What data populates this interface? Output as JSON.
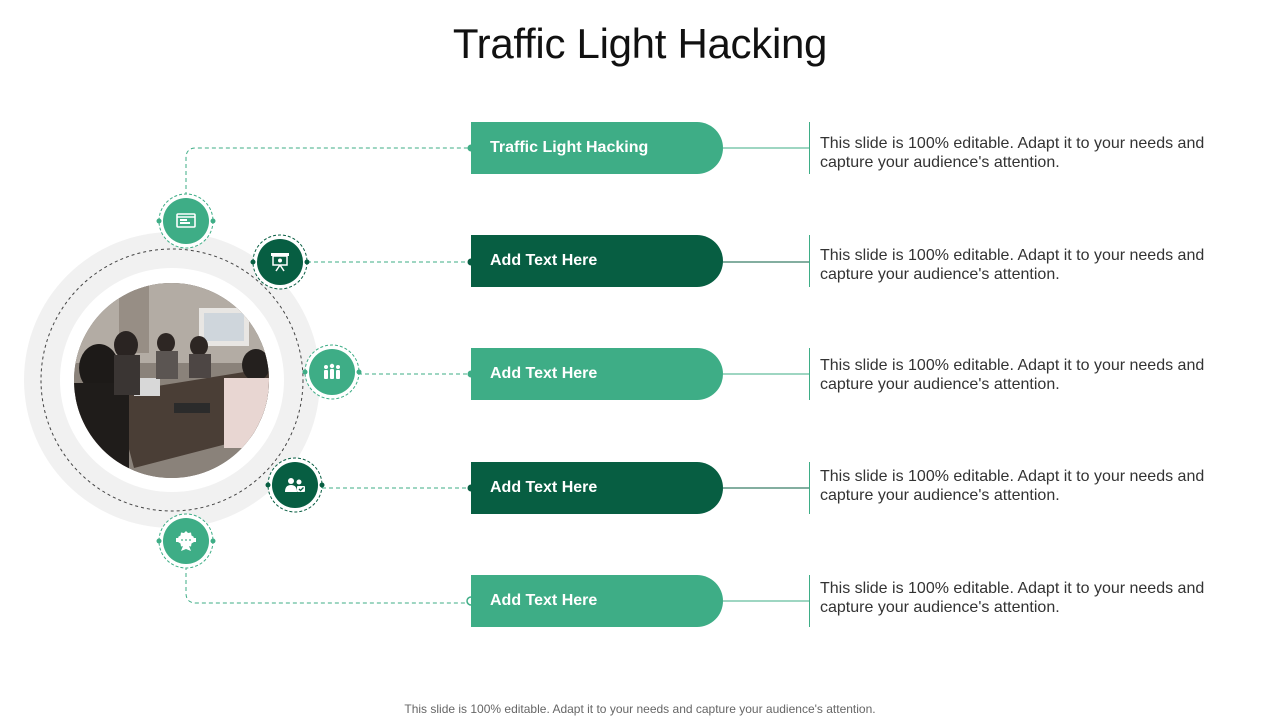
{
  "title": "Traffic Light Hacking",
  "items": [
    {
      "label": "Traffic Light Hacking",
      "description": "This slide is 100% editable. Adapt it to your needs and capture your audience's attention.",
      "tone": "light",
      "icon": "monitor-icon"
    },
    {
      "label": "Add  Text Here",
      "description": "This slide is 100% editable. Adapt it to your needs and capture your audience's attention.",
      "tone": "dark",
      "icon": "presentation-board-icon"
    },
    {
      "label": "Add  Text Here",
      "description": "This slide is 100% editable. Adapt it to your needs and capture your audience's attention.",
      "tone": "light",
      "icon": "team-group-icon"
    },
    {
      "label": "Add  Text Here",
      "description": "This slide is 100% editable. Adapt it to your needs and capture your audience's attention.",
      "tone": "dark",
      "icon": "users-chat-icon"
    },
    {
      "label": "Add  Text Here",
      "description": "This slide is 100% editable. Adapt it to your needs and capture your audience's attention.",
      "tone": "light",
      "icon": "award-ribbon-icon"
    }
  ],
  "footer": "This slide is 100% editable. Adapt it to your needs and capture your audience's attention.",
  "colors": {
    "light_green": "#3ead86",
    "dark_green": "#075e42",
    "ring_gray": "#f1f1f1"
  }
}
